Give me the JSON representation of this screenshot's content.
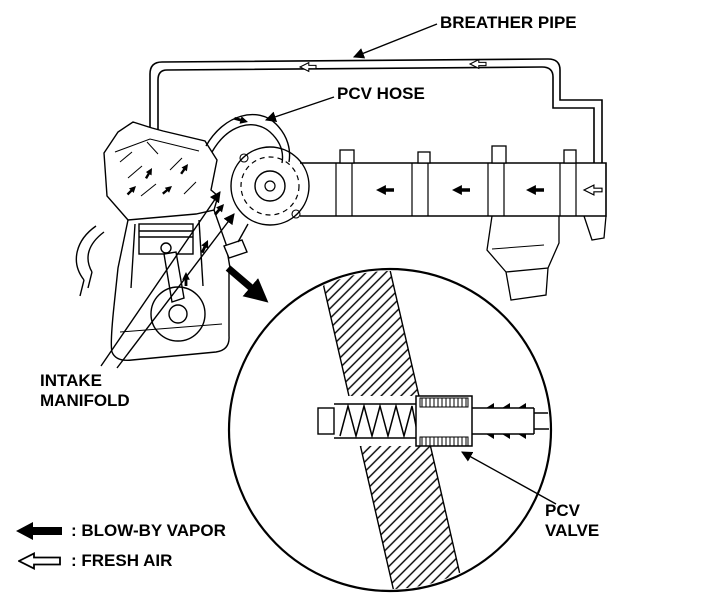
{
  "figure": {
    "background": "#ffffff",
    "ink": "#000000",
    "labels": {
      "breather_pipe": "BREATHER PIPE",
      "pcv_hose": "PCV HOSE",
      "intake_manifold": "INTAKE\nMANIFOLD",
      "pcv_valve": "PCV\nVALVE"
    },
    "legend": [
      {
        "icon": "blow-by-vapor-arrow-icon",
        "label": ": BLOW-BY VAPOR"
      },
      {
        "icon": "fresh-air-arrow-icon",
        "label": ": FRESH AIR"
      }
    ]
  }
}
